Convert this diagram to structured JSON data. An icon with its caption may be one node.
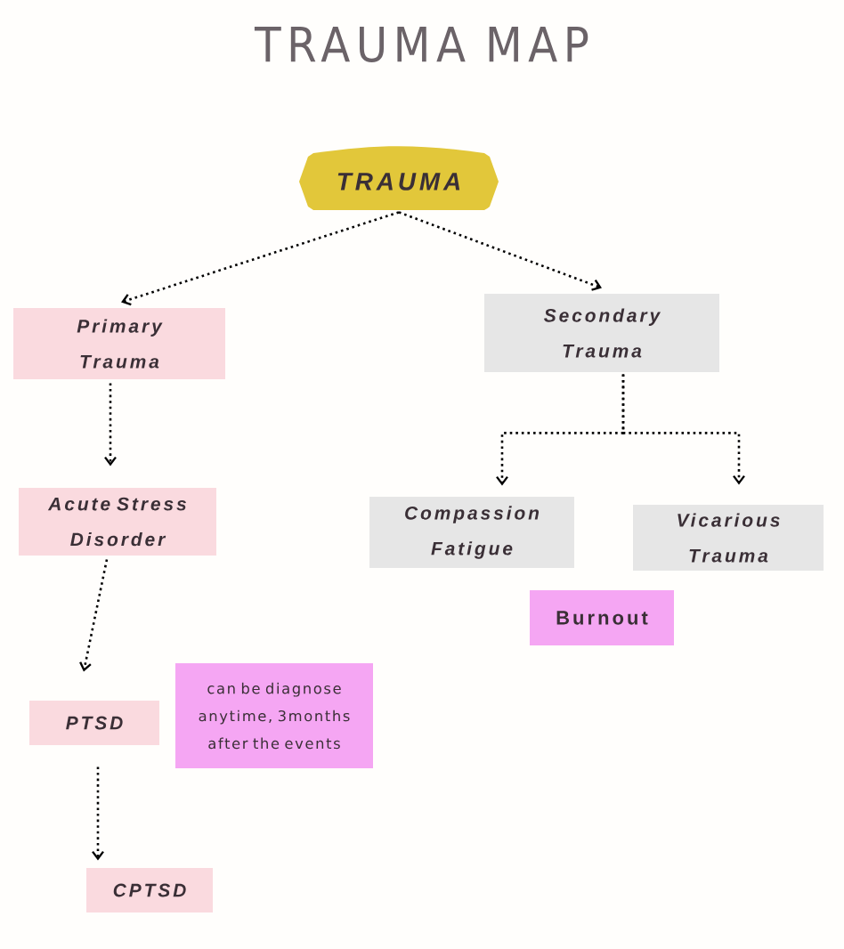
{
  "diagram": {
    "title": "TRAUMA MAP",
    "nodes": [
      {
        "text": [
          "TRAUMA"
        ]
      },
      {
        "text": [
          "Primary Trauma"
        ]
      },
      {
        "text": [
          "Secondary Trauma"
        ]
      },
      {
        "text": [
          "Acute Stress Disorder"
        ]
      },
      {
        "text": [
          "Compassion Fatigue"
        ]
      },
      {
        "text": [
          "Vicarious Trauma"
        ]
      },
      {
        "text": [
          "Burnout"
        ]
      },
      {
        "text": [
          "PTSD"
        ]
      },
      {
        "text": [
          "can be diagnose anytime, 3months after the events"
        ]
      },
      {
        "text": [
          "CPTSD"
        ]
      }
    ],
    "edges": [
      {
        "from": 0,
        "to": 1,
        "arrow": "to"
      },
      {
        "from": 0,
        "to": 2,
        "arrow": "to"
      },
      {
        "from": 1,
        "to": 3,
        "arrow": "to"
      },
      {
        "from": 3,
        "to": 7,
        "arrow": "to"
      },
      {
        "from": 7,
        "to": 9,
        "arrow": "to"
      },
      {
        "from": 2,
        "to": 4,
        "arrow": "to"
      },
      {
        "from": 2,
        "to": 5,
        "arrow": "to"
      }
    ]
  }
}
